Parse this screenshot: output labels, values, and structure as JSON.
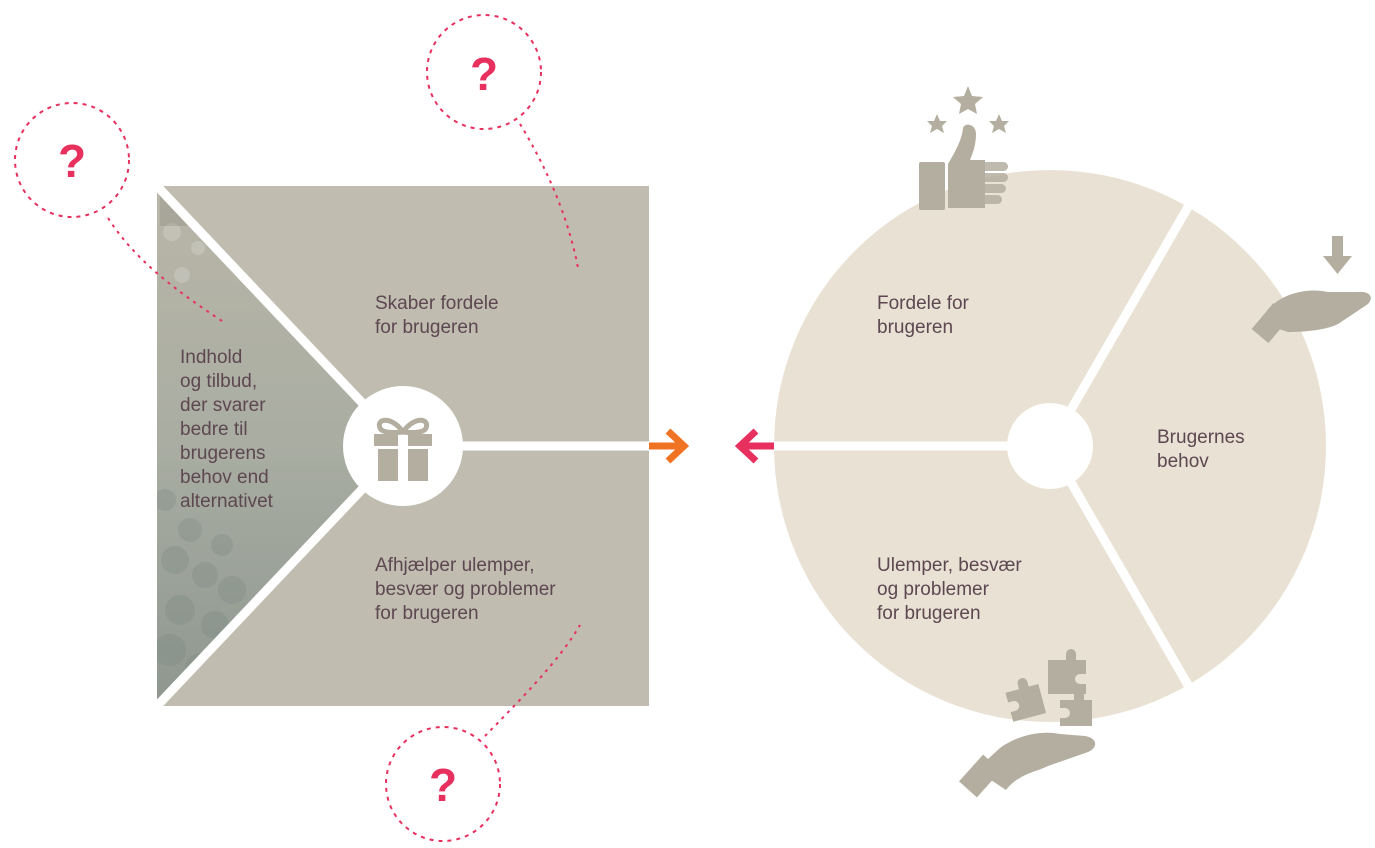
{
  "value_map": {
    "segment_left": "Indhold\nog tilbud,\nder svarer\nbedre til\nbrugerens\nbehov end\nalternativet",
    "segment_top": "Skaber fordele\nfor brugeren",
    "segment_bottom": "Afhjælper ulemper,\nbesvær og problemer\nfor brugeren"
  },
  "customer_profile": {
    "segment_top": "Fordele for\nbrugeren",
    "segment_right": "Brugernes\nbehov",
    "segment_bottom": "Ulemper, besvær\nog problemer\nfor brugeren"
  },
  "question_mark": "?",
  "icons": {
    "center_square": "gift-icon",
    "gains": "thumbs-up-stars-icon",
    "jobs": "hand-receive-arrow-icon",
    "pains": "hand-puzzle-pieces-icon"
  },
  "colors": {
    "square_fill": "#c0bcb0",
    "circle_fill": "#e9e2d4",
    "icon_gray": "#b3ae9f",
    "text": "#5d4751",
    "question_pink": "#e8305f",
    "arrow_orange": "#f07223",
    "arrow_pink": "#e8305f"
  }
}
